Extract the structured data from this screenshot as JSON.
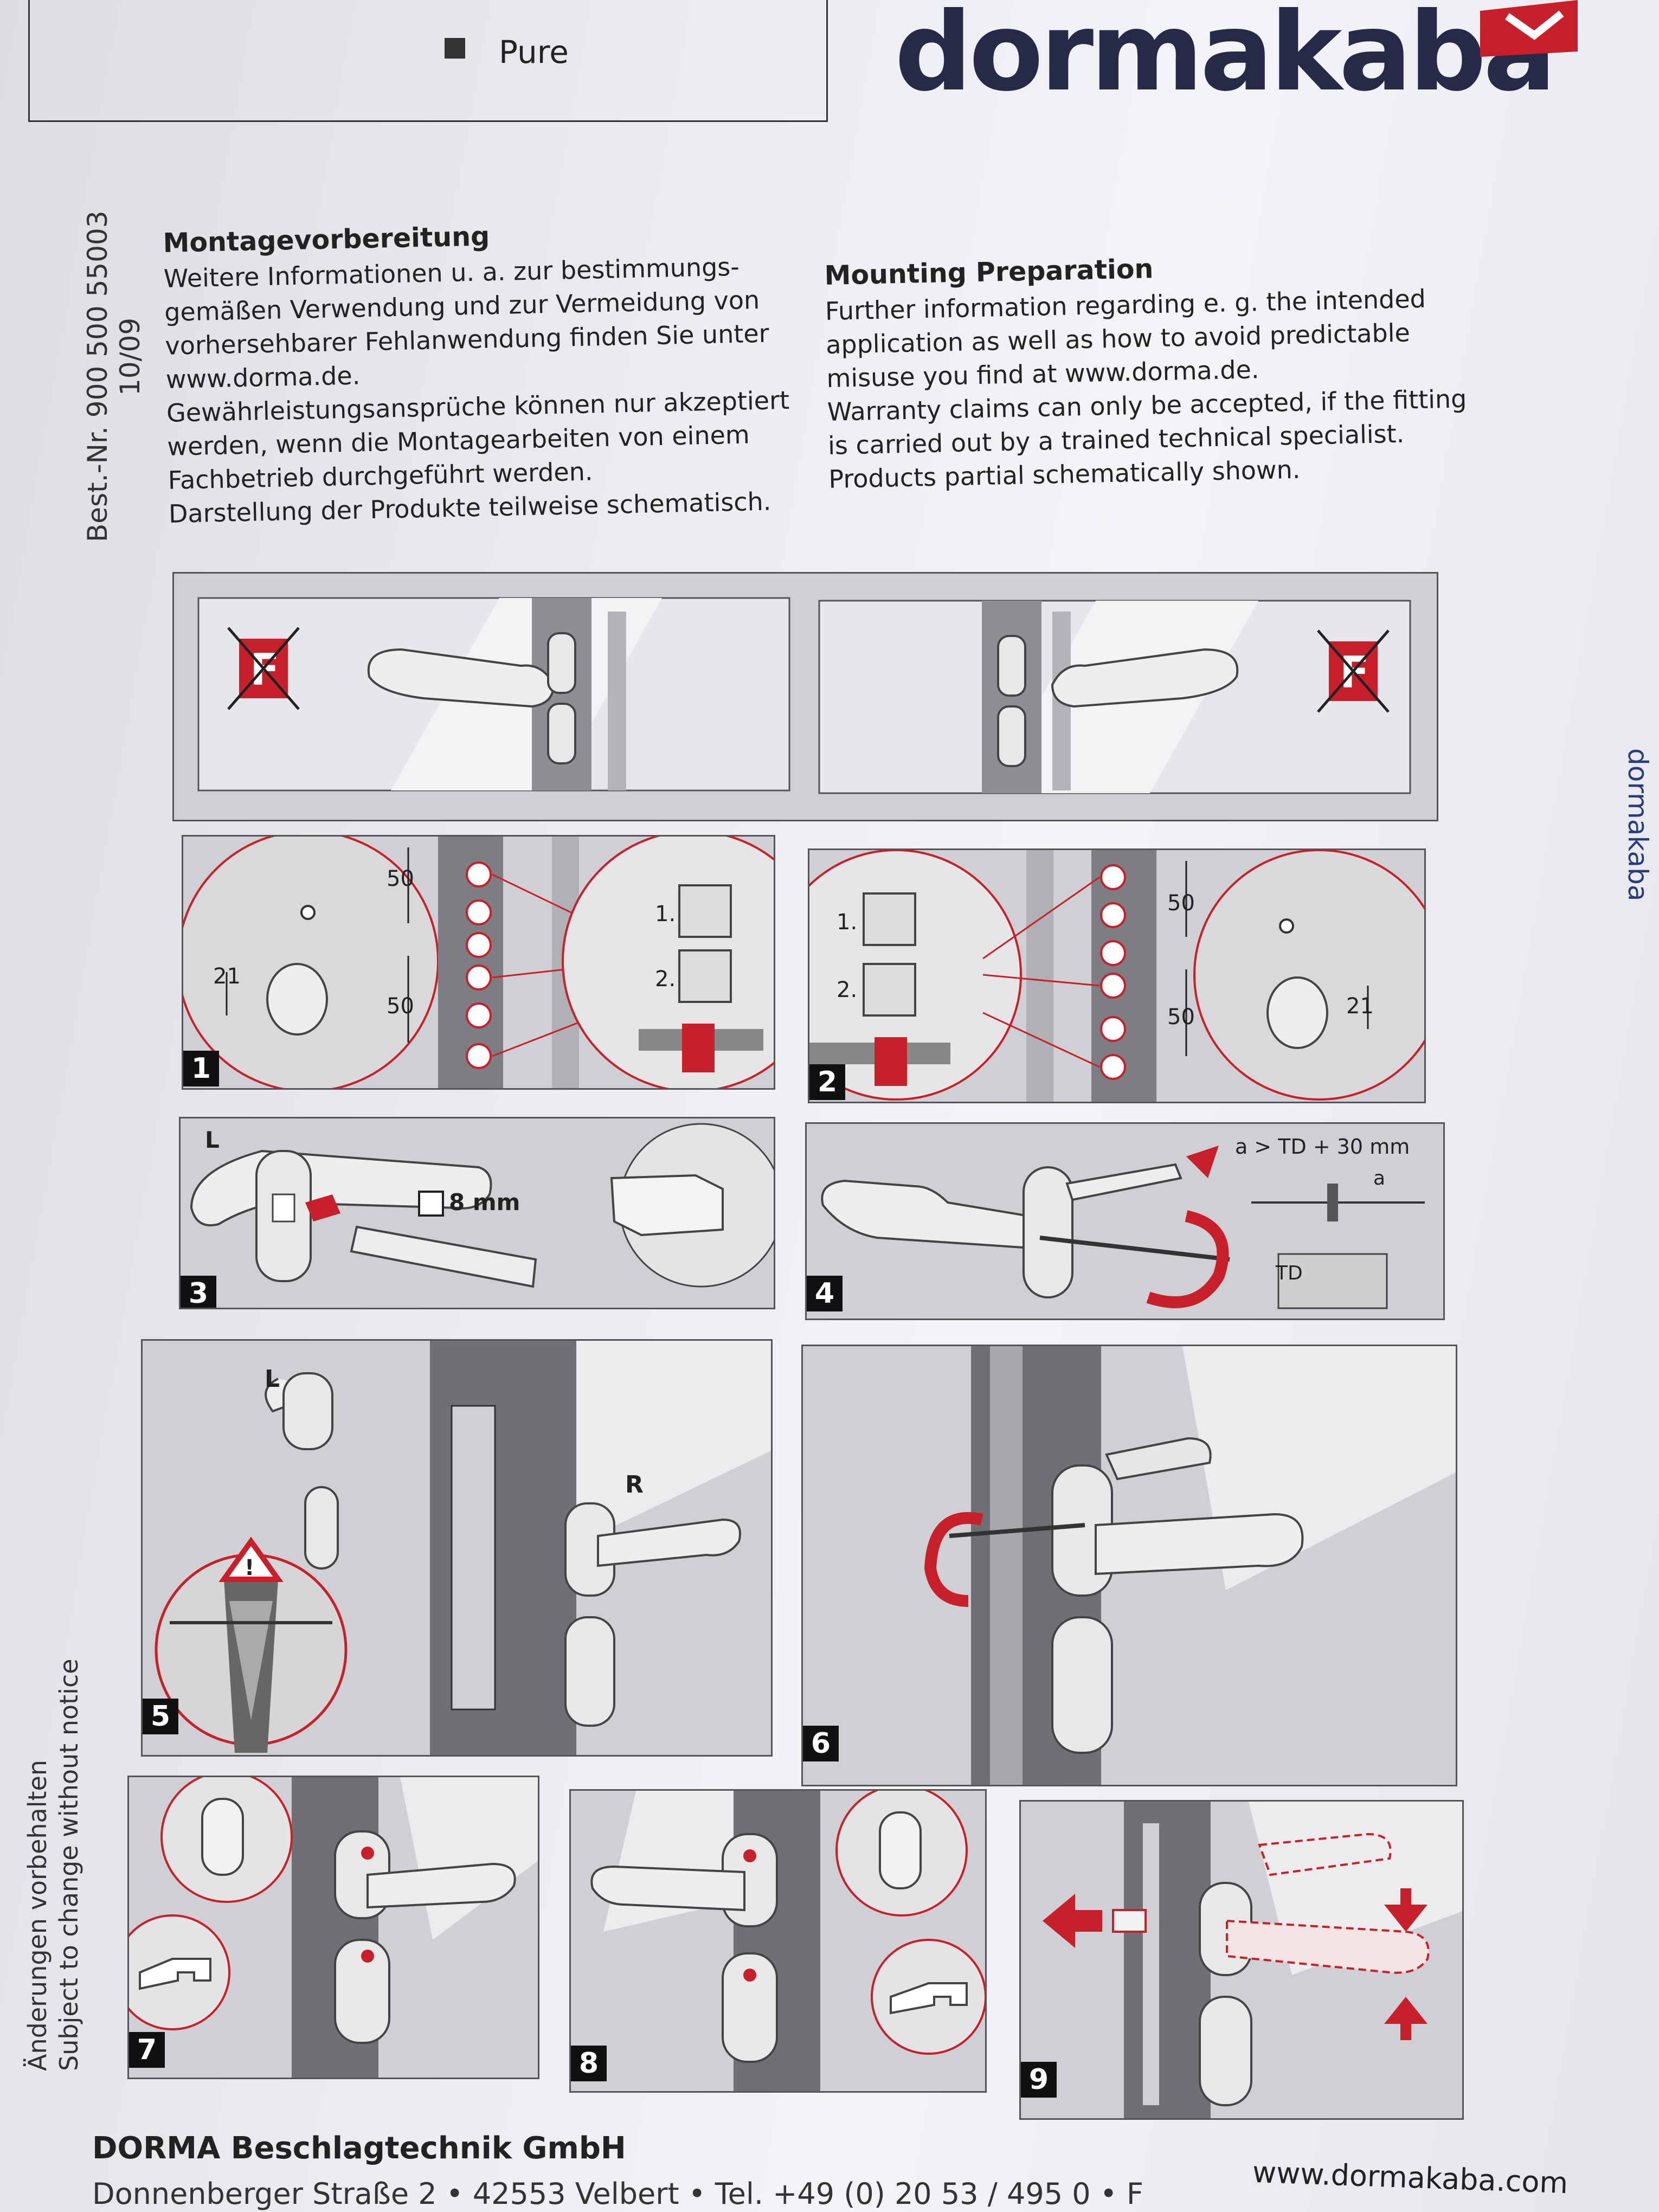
{
  "header": {
    "product_label": "Pure",
    "brand": "dormakaba",
    "order_number_line1": "Best.-Nr. 900 500 55003",
    "order_number_line2": "10/09"
  },
  "german": {
    "title": "Montagevorbereitung",
    "body": "Weitere Informationen u. a. zur bestimmungs-\ngemäßen Verwendung und zur Vermeidung von\nvorhersehbarer Fehlanwendung finden Sie unter\nwww.dorma.de.\nGewährleistungsansprüche können nur akzeptiert\nwerden, wenn die Montagearbeiten von einem\nFachbetrieb durchgeführt werden.\nDarstellung der Produkte teilweise schematisch."
  },
  "english": {
    "title": "Mounting Preparation",
    "body": "Further information regarding e. g. the intended\napplication as well as how to avoid predictable\nmisuse you find at www.dorma.de.\nWarranty claims can only be accepted, if the fitting\nis carried out by a trained technical specialist.\nProducts partial schematically shown."
  },
  "steps": [
    {
      "number": "1",
      "dim_top": "50",
      "dim_bottom": "50",
      "dim_side": "21",
      "sub1": "1.",
      "sub2": "2."
    },
    {
      "number": "2",
      "dim_top": "50",
      "dim_bottom": "50",
      "dim_side": "21",
      "sub1": "1.",
      "sub2": "2."
    },
    {
      "number": "3",
      "label_side": "L",
      "spindle": "8 mm"
    },
    {
      "number": "4",
      "formula": "a > TD + 30 mm",
      "label_a": "a",
      "label_td": "TD"
    },
    {
      "number": "5",
      "label_left": "L",
      "label_right": "R"
    },
    {
      "number": "6"
    },
    {
      "number": "7"
    },
    {
      "number": "8"
    },
    {
      "number": "9"
    }
  ],
  "side_note": {
    "de": "Änderungen vorbehalten",
    "en": "Subject to change without notice"
  },
  "edge_brand": "dormakaba",
  "footer": {
    "company": "DORMA Beschlagtechnik GmbH",
    "address": "Donnenberger Straße 2  •  42553 Velbert  •  Tel. +49 (0) 20 53 / 495 0  •  F",
    "website": "www.dormakaba.com"
  },
  "colors": {
    "accent_red": "#c8202b",
    "brand_navy": "#262a48",
    "panel_gray": "#cfd0d3"
  }
}
